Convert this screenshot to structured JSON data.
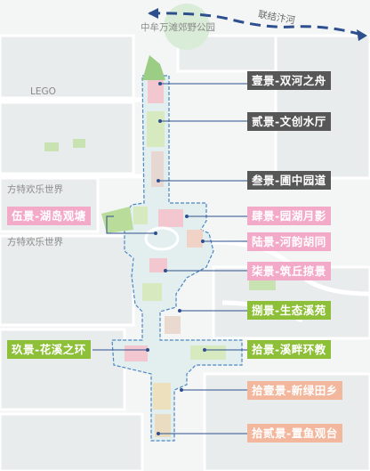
{
  "map": {
    "top_label": "中牟万滩郊野公园",
    "river_label": "联结汴河",
    "places": {
      "lego": "LEGO",
      "fantawild_top": "方特欢乐世界",
      "fantawild_bottom": "方特欢乐世界"
    }
  },
  "scenes": [
    {
      "id": "s1",
      "label": "壹景-双河之舟",
      "color": "#575757"
    },
    {
      "id": "s2",
      "label": "贰景-文创水厅",
      "color": "#575757"
    },
    {
      "id": "s3",
      "label": "叁景-圃中园道",
      "color": "#575757"
    },
    {
      "id": "s4",
      "label": "肆景-园湖月影",
      "color": "#f3a9c8"
    },
    {
      "id": "s5",
      "label": "伍景-湖岛观塘",
      "color": "#f3a9c8"
    },
    {
      "id": "s6",
      "label": "陆景-河韵胡同",
      "color": "#f3a9c8"
    },
    {
      "id": "s7",
      "label": "柒景-筑丘掠景",
      "color": "#f3a9c8"
    },
    {
      "id": "s8",
      "label": "捌景-生态溪苑",
      "color": "#8ebf38"
    },
    {
      "id": "s9",
      "label": "玖景-花溪之环",
      "color": "#8ebf38"
    },
    {
      "id": "s10",
      "label": "拾景-溪畔环教",
      "color": "#8ebf38"
    },
    {
      "id": "s11",
      "label": "拾壹景-新绿田乡",
      "color": "#f2b79d"
    },
    {
      "id": "s12",
      "label": "拾贰景-置鱼观台",
      "color": "#f2b79d"
    }
  ]
}
